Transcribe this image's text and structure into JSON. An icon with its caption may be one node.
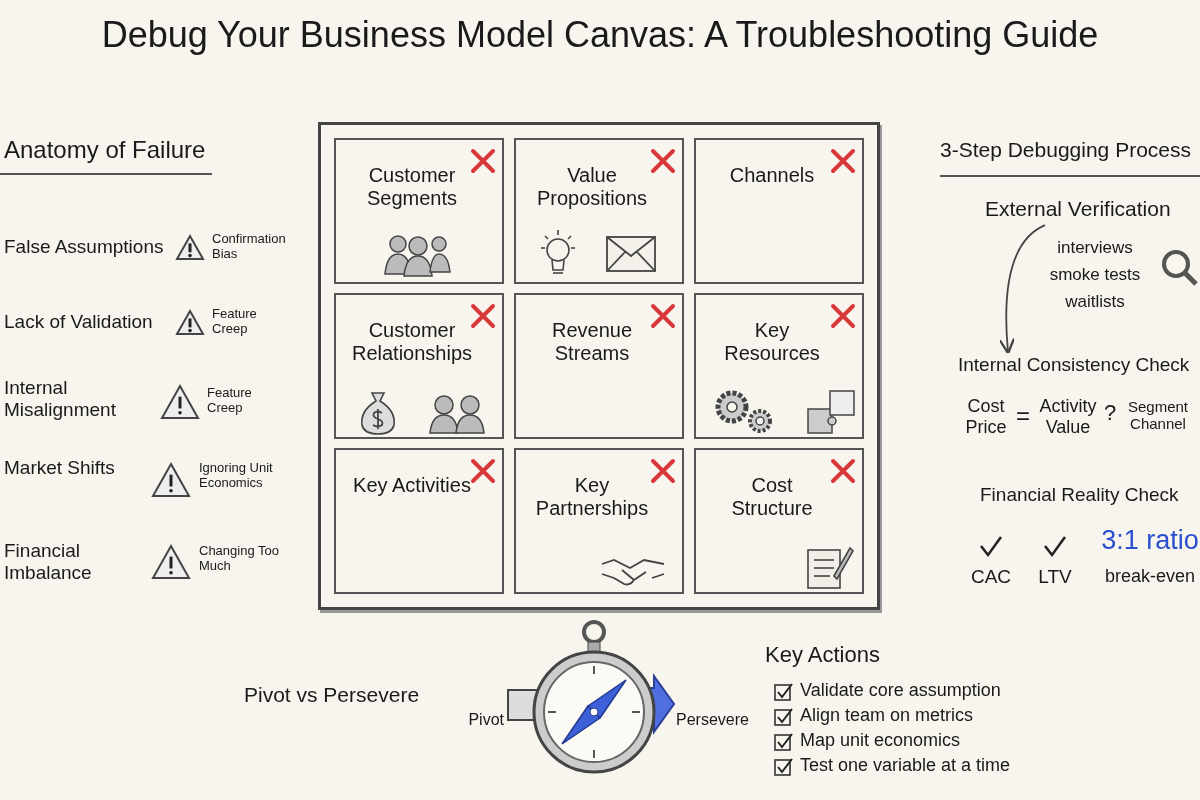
{
  "diagram": {
    "title": "Debug Your Business Model Canvas: A Troubleshooting Guide",
    "nodes": [
      {
        "text": [],
        "shape": "box"
      },
      {
        "text": [
          "Customer Segments"
        ],
        "in": 0
      },
      {
        "text": [
          "Value Propositions"
        ],
        "in": 0
      },
      {
        "text": [
          "Channels"
        ],
        "in": 0
      },
      {
        "text": [
          "Customer Relationships"
        ],
        "in": 0
      },
      {
        "text": [
          "Revenue Streams"
        ],
        "in": 0
      },
      {
        "text": [
          "Key Resources"
        ],
        "in": 0
      },
      {
        "text": [
          "Key Activities"
        ],
        "in": 0
      },
      {
        "text": [
          "Key Partnerships"
        ],
        "in": 0
      },
      {
        "text": [
          "Cost Structure"
        ],
        "in": 0
      },
      {
        "text": [
          "External Verification"
        ]
      },
      {
        "text": [
          "Internal Consistency Check"
        ]
      }
    ],
    "edges": [
      {
        "from": 10,
        "to": 11,
        "arrow": "to"
      }
    ],
    "labels": [
      "Anatomy of Failure",
      "False Assumptions",
      "Confirmation Bias",
      "Lack of Validation",
      "Feature Creep",
      "Internal Misalignment",
      "Feature Creep",
      "Market Shifts",
      "Ignoring Unit Economics",
      "Financial Imbalance",
      "Changing Too Much",
      "3-Step Debugging Process",
      "interviews",
      "smoke tests",
      "waitlists",
      "Cost Price",
      "=",
      "Activity Value",
      "?",
      "Segment Channel",
      "Financial Reality Check",
      "CAC",
      "LTV",
      "3:1 ratio",
      "break-even",
      "Pivot vs Persevere",
      "Pivot",
      "Persevere",
      "Key Actions",
      "Validate core assumption",
      "Align team on metrics",
      "Map unit economics",
      "Test one variable at a time"
    ]
  }
}
